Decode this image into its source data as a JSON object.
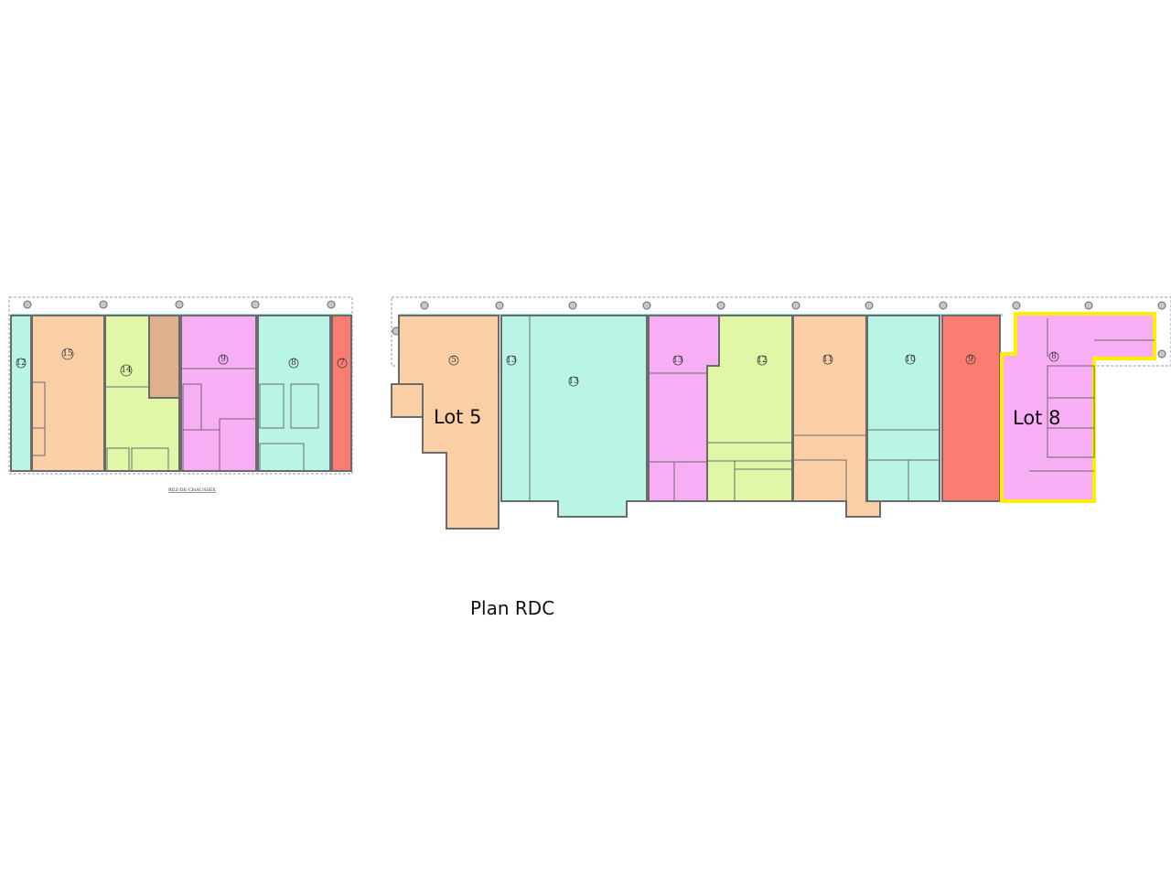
{
  "caption": "Plan RDC",
  "left_plan": {
    "title": "REZ-DE-CHAUSSEE",
    "rooms": [
      {
        "number": "12",
        "color": "#b8f5e6"
      },
      {
        "number": "15",
        "color": "#fbcfa5"
      },
      {
        "number": "14",
        "color": "#dff7a7"
      },
      {
        "number": "9",
        "color": "#f7aef5"
      },
      {
        "number": "8",
        "color": "#b8f5e6"
      },
      {
        "number": "7",
        "color": "#fb7d72"
      }
    ],
    "technical_room_color": "#dfb18f"
  },
  "right_plan": {
    "rooms": [
      {
        "number": "5",
        "color": "#fbcfa5"
      },
      {
        "number": "13",
        "color": "#b8f5e6"
      },
      {
        "number": "13",
        "color": "#b8f5e6"
      },
      {
        "number": "13",
        "color": "#f7aef5"
      },
      {
        "number": "12",
        "color": "#dff7a7"
      },
      {
        "number": "11",
        "color": "#fbcfa5"
      },
      {
        "number": "10",
        "color": "#b8f5e6"
      },
      {
        "number": "9",
        "color": "#fb7d72"
      },
      {
        "number": "8",
        "color": "#f7aef5"
      }
    ],
    "lot_labels": [
      "Lot 5",
      "Lot 8"
    ],
    "highlight_color": "#ffee00"
  }
}
